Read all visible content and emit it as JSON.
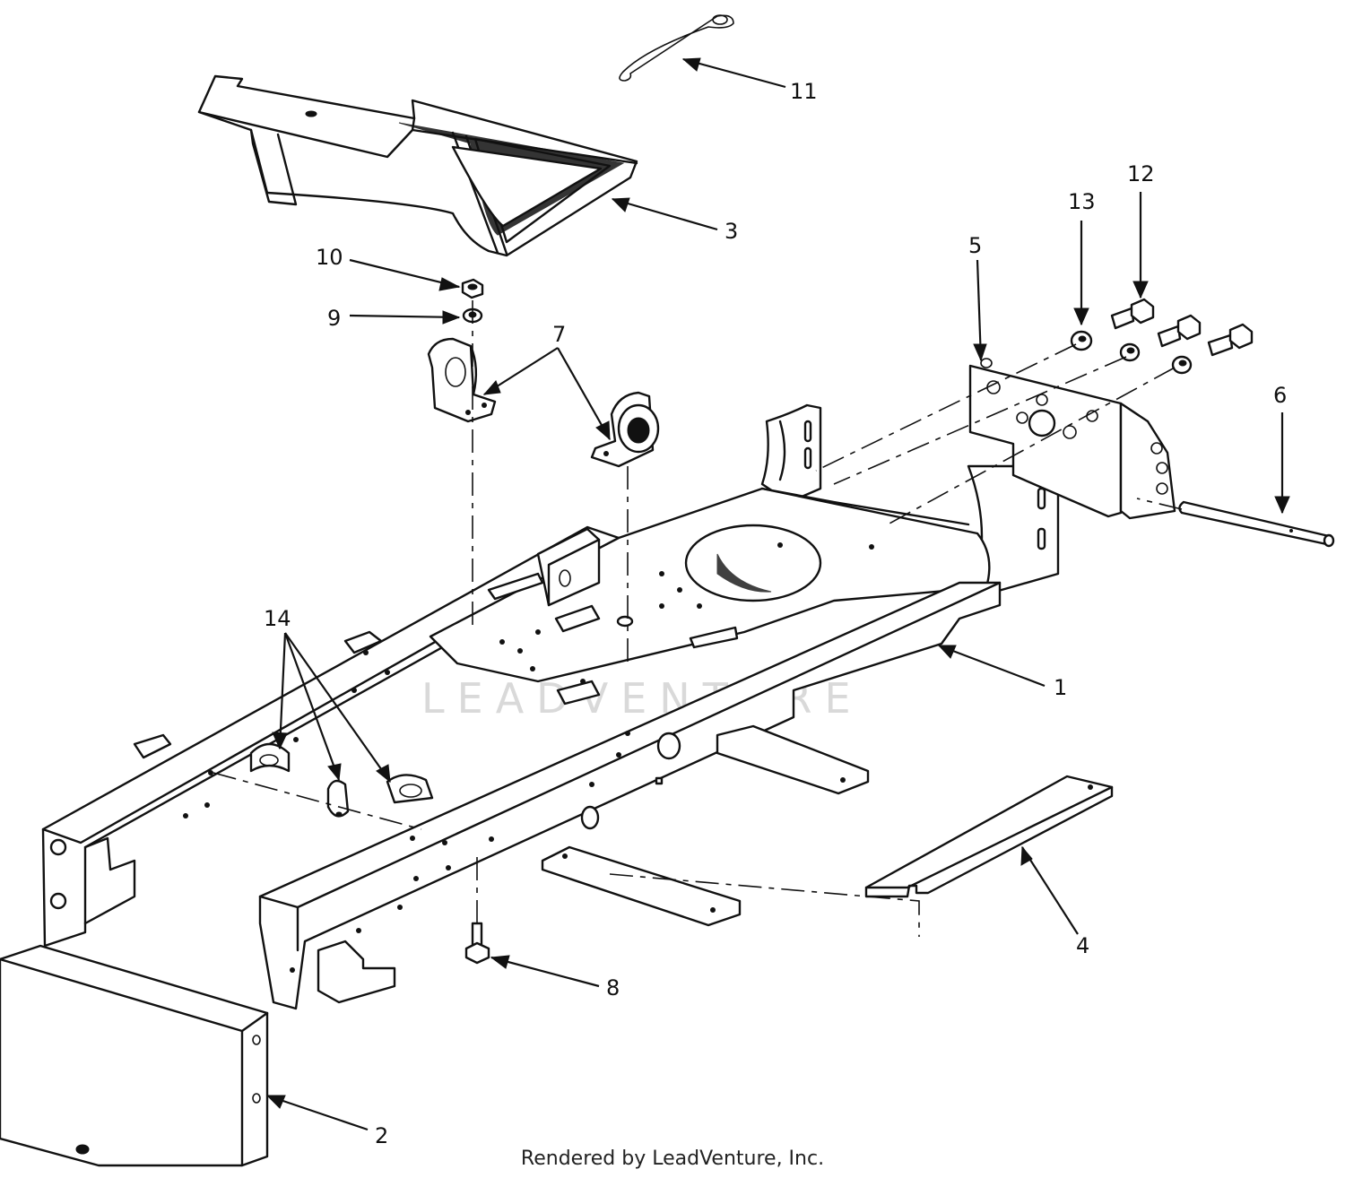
{
  "diagram": {
    "parts": [
      {
        "id": "frame",
        "callout": "1"
      },
      {
        "id": "front-shield",
        "callout": "2"
      },
      {
        "id": "footrest-cover",
        "callout": "3"
      },
      {
        "id": "plate",
        "callout": "4"
      },
      {
        "id": "rear-bracket",
        "callout": "5"
      },
      {
        "id": "pin",
        "callout": "6"
      },
      {
        "id": "mount-brackets",
        "callout": "7"
      },
      {
        "id": "bolt-lower",
        "callout": "8"
      },
      {
        "id": "washer",
        "callout": "9"
      },
      {
        "id": "nut",
        "callout": "10"
      },
      {
        "id": "hairpin-clip",
        "callout": "11"
      },
      {
        "id": "bolts",
        "callout": "12"
      },
      {
        "id": "lock-washers",
        "callout": "13"
      },
      {
        "id": "clips",
        "callout": "14"
      }
    ],
    "watermark": "LEADVENTURE",
    "footer": "Rendered by LeadVenture, Inc."
  }
}
